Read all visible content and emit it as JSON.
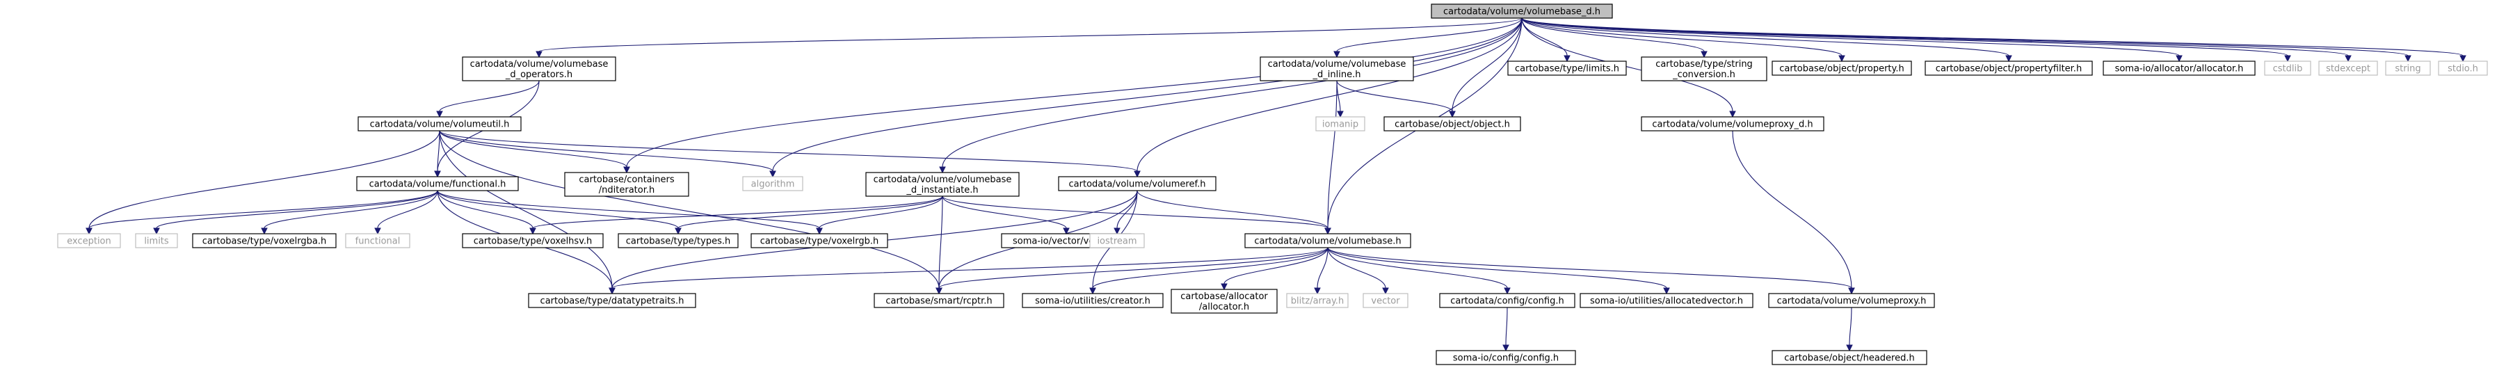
{
  "colors": {
    "root_fill": "#bfbfbf",
    "node_fill": "#ffffff",
    "node_stroke": "#000000",
    "sys_stroke": "#bfbfbf",
    "sys_text": "#9a9a9a",
    "edge": "#191970"
  },
  "nodes": [
    {
      "id": "root",
      "lines": [
        "cartodata/volume/volumebase_d.h"
      ],
      "kind": "root"
    },
    {
      "id": "ops",
      "lines": [
        "cartodata/volume/volumebase",
        "_d_operators.h"
      ],
      "kind": "node"
    },
    {
      "id": "inl",
      "lines": [
        "cartodata/volume/volumebase",
        "_d_inline.h"
      ],
      "kind": "node"
    },
    {
      "id": "limits_h",
      "lines": [
        "cartobase/type/limits.h"
      ],
      "kind": "node"
    },
    {
      "id": "strconv",
      "lines": [
        "cartobase/type/string",
        "_conversion.h"
      ],
      "kind": "node"
    },
    {
      "id": "property",
      "lines": [
        "cartobase/object/property.h"
      ],
      "kind": "node"
    },
    {
      "id": "propfilter",
      "lines": [
        "cartobase/object/propertyfilter.h"
      ],
      "kind": "node"
    },
    {
      "id": "allocator_h",
      "lines": [
        "soma-io/allocator/allocator.h"
      ],
      "kind": "node"
    },
    {
      "id": "cstdlib",
      "lines": [
        "cstdlib"
      ],
      "kind": "sys"
    },
    {
      "id": "stdexcept",
      "lines": [
        "stdexcept"
      ],
      "kind": "sys"
    },
    {
      "id": "string",
      "lines": [
        "string"
      ],
      "kind": "sys"
    },
    {
      "id": "stdio",
      "lines": [
        "stdio.h"
      ],
      "kind": "sys"
    },
    {
      "id": "vutil",
      "lines": [
        "cartodata/volume/volumeutil.h"
      ],
      "kind": "node"
    },
    {
      "id": "iomanip",
      "lines": [
        "iomanip"
      ],
      "kind": "sys"
    },
    {
      "id": "object",
      "lines": [
        "cartobase/object/object.h"
      ],
      "kind": "node"
    },
    {
      "id": "vproxy_d",
      "lines": [
        "cartodata/volume/volumeproxy_d.h"
      ],
      "kind": "node"
    },
    {
      "id": "functional_h",
      "lines": [
        "cartodata/volume/functional.h"
      ],
      "kind": "node"
    },
    {
      "id": "nditer",
      "lines": [
        "cartobase/containers",
        "/nditerator.h"
      ],
      "kind": "node"
    },
    {
      "id": "algorithm",
      "lines": [
        "algorithm"
      ],
      "kind": "sys"
    },
    {
      "id": "inst",
      "lines": [
        "cartodata/volume/volumebase",
        "_d_instantiate.h"
      ],
      "kind": "node"
    },
    {
      "id": "vref",
      "lines": [
        "cartodata/volume/volumeref.h"
      ],
      "kind": "node"
    },
    {
      "id": "exception",
      "lines": [
        "exception"
      ],
      "kind": "sys"
    },
    {
      "id": "limits",
      "lines": [
        "limits"
      ],
      "kind": "sys"
    },
    {
      "id": "voxelrgba",
      "lines": [
        "cartobase/type/voxelrgba.h"
      ],
      "kind": "node"
    },
    {
      "id": "functional",
      "lines": [
        "functional"
      ],
      "kind": "sys"
    },
    {
      "id": "voxelhsv",
      "lines": [
        "cartobase/type/voxelhsv.h"
      ],
      "kind": "node"
    },
    {
      "id": "types",
      "lines": [
        "cartobase/type/types.h"
      ],
      "kind": "node"
    },
    {
      "id": "voxelrgb",
      "lines": [
        "cartobase/type/voxelrgb.h"
      ],
      "kind": "node"
    },
    {
      "id": "vecvector",
      "lines": [
        "soma-io/vector/vector.h"
      ],
      "kind": "node"
    },
    {
      "id": "iostream",
      "lines": [
        "iostream"
      ],
      "kind": "sys"
    },
    {
      "id": "vbase",
      "lines": [
        "cartodata/volume/volumebase.h"
      ],
      "kind": "node"
    },
    {
      "id": "dtt",
      "lines": [
        "cartobase/type/datatypetraits.h"
      ],
      "kind": "node"
    },
    {
      "id": "rcptr",
      "lines": [
        "cartobase/smart/rcptr.h"
      ],
      "kind": "node"
    },
    {
      "id": "creator",
      "lines": [
        "soma-io/utilities/creator.h"
      ],
      "kind": "node"
    },
    {
      "id": "calloc",
      "lines": [
        "cartobase/allocator",
        "/allocator.h"
      ],
      "kind": "node"
    },
    {
      "id": "blitz",
      "lines": [
        "blitz/array.h"
      ],
      "kind": "sys"
    },
    {
      "id": "vector",
      "lines": [
        "vector"
      ],
      "kind": "sys"
    },
    {
      "id": "cconfig",
      "lines": [
        "cartodata/config/config.h"
      ],
      "kind": "node"
    },
    {
      "id": "allocvec",
      "lines": [
        "soma-io/utilities/allocatedvector.h"
      ],
      "kind": "node"
    },
    {
      "id": "vproxy",
      "lines": [
        "cartodata/volume/volumeproxy.h"
      ],
      "kind": "node"
    },
    {
      "id": "sconfig",
      "lines": [
        "soma-io/config/config.h"
      ],
      "kind": "node"
    },
    {
      "id": "headered",
      "lines": [
        "cartobase/object/headered.h"
      ],
      "kind": "node"
    }
  ],
  "edges": [
    [
      "root",
      "ops"
    ],
    [
      "root",
      "inl"
    ],
    [
      "root",
      "limits_h"
    ],
    [
      "root",
      "strconv"
    ],
    [
      "root",
      "property"
    ],
    [
      "root",
      "propfilter"
    ],
    [
      "root",
      "allocator_h"
    ],
    [
      "root",
      "cstdlib"
    ],
    [
      "root",
      "stdexcept"
    ],
    [
      "root",
      "string"
    ],
    [
      "root",
      "stdio"
    ],
    [
      "root",
      "object"
    ],
    [
      "root",
      "vproxy_d"
    ],
    [
      "root",
      "nditer"
    ],
    [
      "root",
      "algorithm"
    ],
    [
      "root",
      "inst"
    ],
    [
      "root",
      "vref"
    ],
    [
      "root",
      "vbase"
    ],
    [
      "ops",
      "vutil"
    ],
    [
      "ops",
      "functional_h"
    ],
    [
      "inl",
      "iomanip"
    ],
    [
      "inl",
      "object"
    ],
    [
      "inl",
      "vbase"
    ],
    [
      "vproxy_d",
      "vproxy"
    ],
    [
      "vutil",
      "functional_h"
    ],
    [
      "vutil",
      "nditer"
    ],
    [
      "vutil",
      "algorithm"
    ],
    [
      "vutil",
      "vref"
    ],
    [
      "vutil",
      "exception"
    ],
    [
      "vutil",
      "dtt"
    ],
    [
      "vutil",
      "rcptr"
    ],
    [
      "functional_h",
      "exception"
    ],
    [
      "functional_h",
      "limits"
    ],
    [
      "functional_h",
      "voxelrgba"
    ],
    [
      "functional_h",
      "functional"
    ],
    [
      "functional_h",
      "voxelhsv"
    ],
    [
      "functional_h",
      "types"
    ],
    [
      "functional_h",
      "voxelrgb"
    ],
    [
      "functional_h",
      "dtt"
    ],
    [
      "inst",
      "voxelhsv"
    ],
    [
      "inst",
      "types"
    ],
    [
      "inst",
      "voxelrgb"
    ],
    [
      "inst",
      "vecvector"
    ],
    [
      "inst",
      "rcptr"
    ],
    [
      "inst",
      "vbase"
    ],
    [
      "vref",
      "iostream"
    ],
    [
      "vref",
      "vbase"
    ],
    [
      "vref",
      "dtt"
    ],
    [
      "vref",
      "rcptr"
    ],
    [
      "vref",
      "creator"
    ],
    [
      "vbase",
      "dtt"
    ],
    [
      "vbase",
      "rcptr"
    ],
    [
      "vbase",
      "creator"
    ],
    [
      "vbase",
      "calloc"
    ],
    [
      "vbase",
      "blitz"
    ],
    [
      "vbase",
      "vector"
    ],
    [
      "vbase",
      "cconfig"
    ],
    [
      "vbase",
      "allocvec"
    ],
    [
      "vbase",
      "vproxy"
    ],
    [
      "cconfig",
      "sconfig"
    ],
    [
      "vproxy",
      "headered"
    ]
  ]
}
